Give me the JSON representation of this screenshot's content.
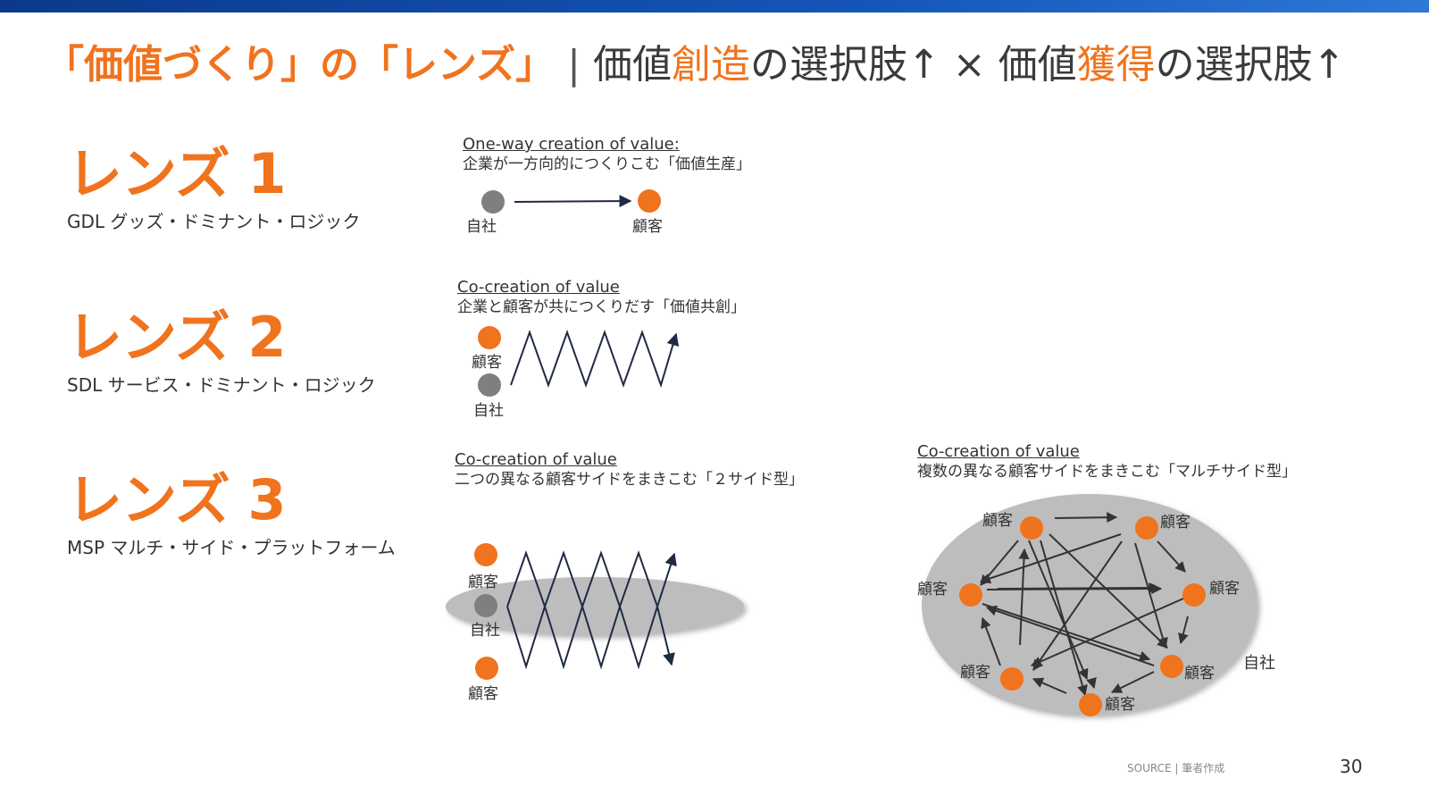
{
  "header": {
    "title_part1": "「価値づくり」の「レンズ」",
    "title_sep": "|",
    "title_a1": "価値",
    "title_a2": "創造",
    "title_a3": "の選択肢↑ × 価値",
    "title_a4": "獲得",
    "title_a5": "の選択肢↑"
  },
  "lenses": [
    {
      "label": "レンズ 1",
      "subtitle": "GDL グッズ・ドミナント・ロジック"
    },
    {
      "label": "レンズ 2",
      "subtitle": "SDL サービス・ドミナント・ロジック"
    },
    {
      "label": "レンズ 3",
      "subtitle": "MSP マルチ・サイド・プラットフォーム"
    }
  ],
  "diagrams": {
    "d1": {
      "en": "One-way creation of value:",
      "jp": "企業が一方向的につくりこむ「価値生産」",
      "left_label": "自社",
      "right_label": "顧客"
    },
    "d2": {
      "en": "Co-creation of value",
      "jp": "企業と顧客が共につくりだす「価値共創」",
      "top_label": "顧客",
      "bottom_label": "自社"
    },
    "d3": {
      "en": "Co-creation of value",
      "jp": "二つの異なる顧客サイドをまきこむ「２サイド型」",
      "top_label": "顧客",
      "mid_label": "自社",
      "bottom_label": "顧客"
    },
    "d4": {
      "en": "Co-creation of value",
      "jp": "複数の異なる顧客サイドをまきこむ「マルチサイド型」",
      "node_label": "顧客",
      "company_label": "自社"
    }
  },
  "colors": {
    "accent": "#f0731e",
    "gray_node": "#7f7f7f",
    "ellipse": "#bdbdbd",
    "arrow": "#1f2a44"
  },
  "footer": {
    "source": "SOURCE | 筆者作成",
    "page": "30"
  }
}
